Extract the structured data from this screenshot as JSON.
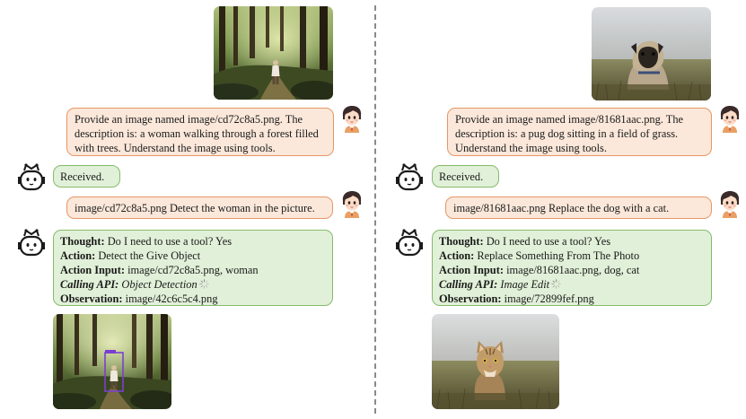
{
  "left": {
    "user_prompt_1": "Provide an image named image/cd72c8a5.png. The description is: a woman walking through a forest filled with trees. Understand the image using tools.",
    "bot_reply_1": "Received.",
    "user_prompt_2": "image/cd72c8a5.png Detect the woman in the picture.",
    "bot_trace": {
      "thought_label": "Thought:",
      "thought": "Do I need to use a tool? Yes",
      "action_label": "Action:",
      "action": "Detect the Give Object",
      "action_input_label": "Action Input:",
      "action_input": "image/cd72c8a5.png, woman",
      "calling_label": "Calling API:",
      "calling": "Object Detection",
      "observation_label": "Observation:",
      "observation": "image/42c6c5c4.png"
    }
  },
  "right": {
    "user_prompt_1": "Provide an image named image/81681aac.png. The description is: a pug dog sitting in a field of grass. Understand the image using tools.",
    "bot_reply_1": "Received.",
    "user_prompt_2": "image/81681aac.png Replace the dog with a cat.",
    "bot_trace": {
      "thought_label": "Thought:",
      "thought": "Do I need to use a tool? Yes",
      "action_label": "Action:",
      "action": "Replace Something From The Photo",
      "action_input_label": "Action Input:",
      "action_input": "image/81681aac.png, dog, cat",
      "calling_label": "Calling API:",
      "calling": "Image Edit",
      "observation_label": "Observation:",
      "observation": "image/72899fef.png"
    }
  },
  "icons": {
    "user": "user-avatar-icon",
    "bot": "robot-icon",
    "loading": "loading-spinner-icon"
  },
  "colors": {
    "user_bubble_bg": "#fbe8da",
    "user_bubble_border": "#e69766",
    "bot_bubble_bg": "#e1f0d8",
    "bot_bubble_border": "#86bb6b",
    "detection_box": "#7a3fd0"
  }
}
